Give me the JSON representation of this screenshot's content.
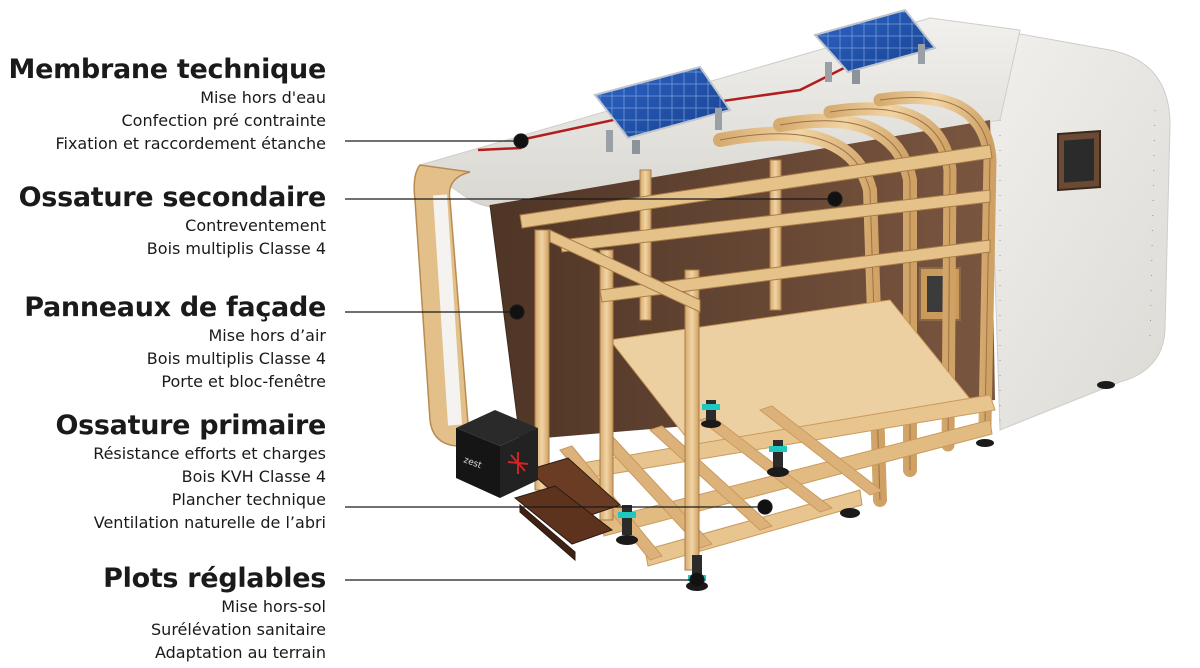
{
  "labels": [
    {
      "title": "Membrane technique",
      "lines": [
        "Mise hors d'eau",
        "Confection pré contrainte",
        "Fixation et raccordement étanche"
      ]
    },
    {
      "title": "Ossature secondaire",
      "lines": [
        "Contreventement",
        "Bois multiplis Classe 4"
      ]
    },
    {
      "title": "Panneaux de façade",
      "lines": [
        "Mise hors d’air",
        "Bois multiplis Classe 4",
        "Porte et bloc-fenêtre"
      ]
    },
    {
      "title": "Ossature primaire",
      "lines": [
        "Résistance efforts et charges",
        "Bois KVH Classe 4",
        "Plancher technique",
        "Ventilation naturelle de l’abri"
      ]
    },
    {
      "title": "Plots réglables",
      "lines": [
        "Mise hors-sol",
        "Surélévation sanitaire",
        "Adaptation au terrain"
      ]
    }
  ],
  "cube_logo": "zest",
  "colors": {
    "text": "#1a1a1a",
    "wood": "#e8c48e",
    "wood_dark": "#c99a5c",
    "membrane": "#ecebe8",
    "panel": "#6b4a35",
    "solar": "#1e4fa8",
    "cable": "#b21e1e"
  }
}
